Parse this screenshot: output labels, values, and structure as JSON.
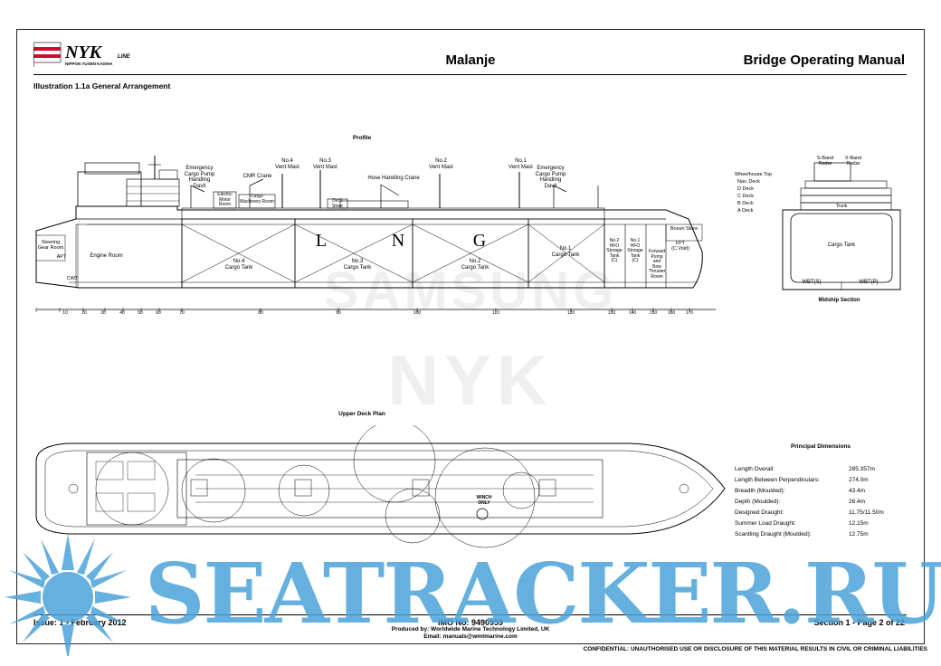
{
  "header": {
    "logo_main": "NYK",
    "logo_sub": "LINE",
    "logo_caption": "NIPPON YUSEN KAISHA",
    "ship_name": "Malanje",
    "manual_title": "Bridge Operating Manual",
    "illustration_title": "Illustration 1.1a General Arrangement"
  },
  "profile": {
    "title": "Profile",
    "labels": {
      "emergency_aft": "Emergency\nCargo Pump\nHandling\nDavit",
      "cmr_crane": "CMR Crane",
      "vent4": "No.4\nVent Mast",
      "vent3": "No.3\nVent Mast",
      "hose_crane": "Hose Handling Crane",
      "vent2": "No.2\nVent Mast",
      "vent1": "No.1\nVent Mast",
      "emergency_fwd": "Emergency\nCargo Pump\nHandling\nDavit",
      "electric_motor_room": "Electric\nMotor\nRoom",
      "cargo_machinery_room": "Cargo\nMachinery Room",
      "deck_store": "Deck\nStore",
      "steering_gear_room": "Steering\nGear Room",
      "apt": "APT",
      "cwt": "CWT",
      "engine_room": "Engine Room",
      "tank4": "No.4\nCargo Tank",
      "tank3": "No.3\nCargo Tank",
      "tank2": "No.2\nCargo Tank",
      "tank1": "No.1\nCargo Tank",
      "hfo2": "No.2\nHFO\nStorage\nTank\n(C)",
      "hfo1": "No.1\nHFO\nStorage\nTank\n(C)",
      "fwd_pump": "Forward\nPump\nand\nBow\nThruster\nRoom",
      "bosun_store": "Bosun Store",
      "fpt": "FPT\n(C.Void)",
      "lng": [
        "L",
        "N",
        "G"
      ]
    },
    "scale_ticks": [
      "10",
      "20",
      "30",
      "40",
      "50",
      "60",
      "70",
      "80",
      "90",
      "100",
      "110",
      "120",
      "130",
      "140",
      "150",
      "160",
      "170"
    ]
  },
  "midship": {
    "title": "Midship Section",
    "s_band": "S-Band\nRadar",
    "x_band": "X-Band\nRadar",
    "decks": [
      "Wheelhouse Top",
      "Nav. Deck",
      "D Deck",
      "C Deck",
      "B Deck",
      "A Deck"
    ],
    "trunk": "Trunk",
    "cargo_tank": "Cargo Tank",
    "wbt_s": "WBT(S)",
    "wbt_p": "WBT(P)"
  },
  "deck_plan": {
    "title": "Upper Deck Plan",
    "winch": "WINCH\nONLY"
  },
  "dimensions": {
    "title": "Principal Dimensions",
    "rows": [
      {
        "label": "Length Overall:",
        "value": "285.357m"
      },
      {
        "label": "Length Between Perpendiculars:",
        "value": "274.0m"
      },
      {
        "label": "Breadth (Moulded):",
        "value": "43.4m"
      },
      {
        "label": "Depth (Moulded):",
        "value": "26.4m"
      },
      {
        "label": "Designed Draught:",
        "value": "11.75/11.50m"
      },
      {
        "label": "Summer Load Draught:",
        "value": "12.15m"
      },
      {
        "label": "Scantling Draught (Moulded):",
        "value": "12.75m"
      }
    ]
  },
  "footer": {
    "issue": "Issue: 1 - February 2012",
    "imo": "IMO No: 9490959",
    "produced_by": "Produced by: Worldwide Marine Technology Limited, UK",
    "email": "Email: manuals@wmtmarine.com",
    "section": "Section 1 - Page 2 of 22",
    "confidential": "CONFIDENTIAL: UNAUTHORISED USE OR DISCLOSURE OF THIS MATERIAL RESULTS IN CIVIL OR CRIMINAL LIABILITIES"
  },
  "watermarks": {
    "samsung": "SAMSUNG",
    "nyk": "NYK",
    "seatracker": "SEATRACKER.RU"
  },
  "colors": {
    "seatracker_blue": "#4ba3d9",
    "logo_red": "#c8102e"
  }
}
